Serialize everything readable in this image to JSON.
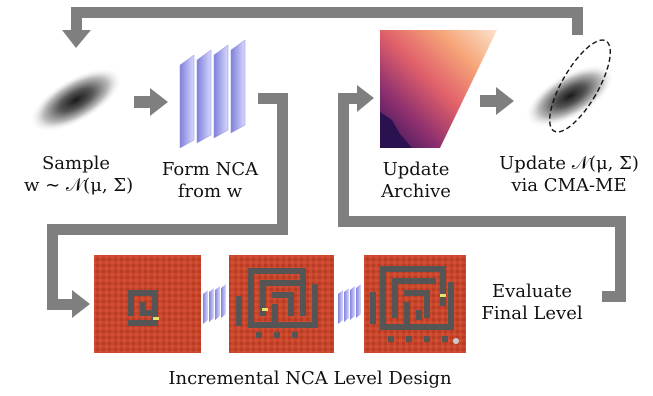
{
  "labels": {
    "sample_line1": "Sample",
    "sample_line2": "w ∼ 𝒩(μ, Σ)",
    "form_nca_line1": "Form NCA",
    "form_nca_line2": "from w",
    "update_archive_line1": "Update",
    "update_archive_line2": "Archive",
    "update_dist_line1": "Update 𝒩(μ, Σ)",
    "update_dist_line2": "via CMA-ME",
    "evaluate_line1": "Evaluate",
    "evaluate_line2": "Final Level",
    "caption": "Incremental NCA Level Design"
  },
  "colors": {
    "arrow": "#7f7f7f",
    "nca_layer": "#9a9be6",
    "level_wall": "#c9452b",
    "level_floor": "#555555",
    "archive_dark": "#3a1a5e",
    "archive_light": "#fbe1c8"
  },
  "icons": {
    "gaussian": "gaussian-blob-icon",
    "nca": "nca-layers-icon",
    "archive": "archive-heatmap-icon",
    "level": "maze-level-icon"
  }
}
